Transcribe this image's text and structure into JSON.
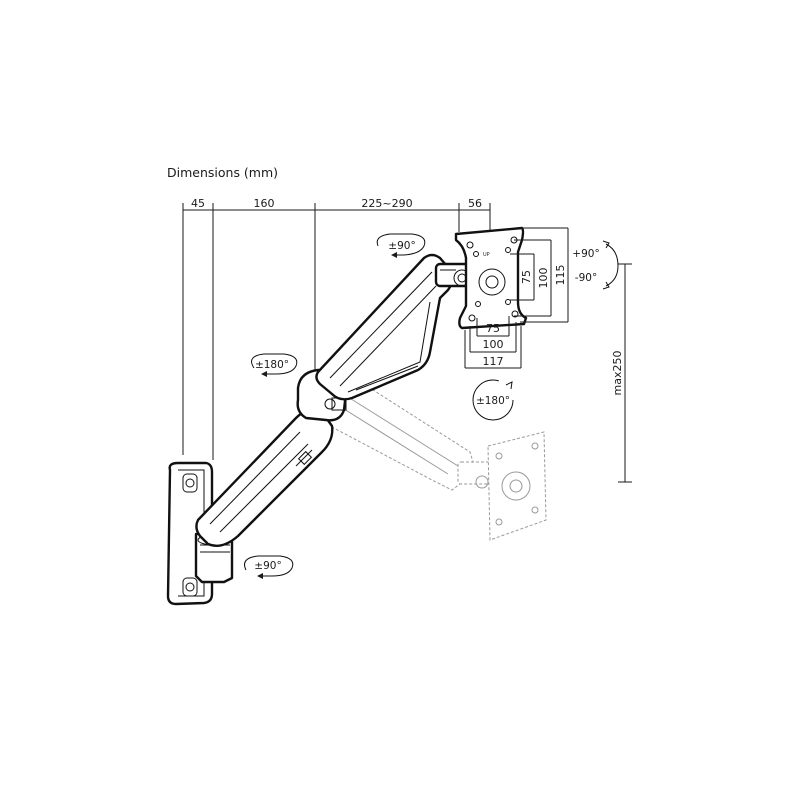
{
  "title": "Dimensions (mm)",
  "dimensions": {
    "top": [
      "45",
      "160",
      "225~290",
      "56"
    ],
    "vesa_horizontal": [
      "75",
      "100",
      "117"
    ],
    "vesa_vertical": [
      "75",
      "100",
      "115"
    ],
    "height": "max250"
  },
  "rotations": {
    "head_swivel": "±90°",
    "elbow": "±180°",
    "base": "±90°",
    "vesa_rotation": "±180°",
    "tilt_up": "+90°",
    "tilt_down": "-90°"
  }
}
